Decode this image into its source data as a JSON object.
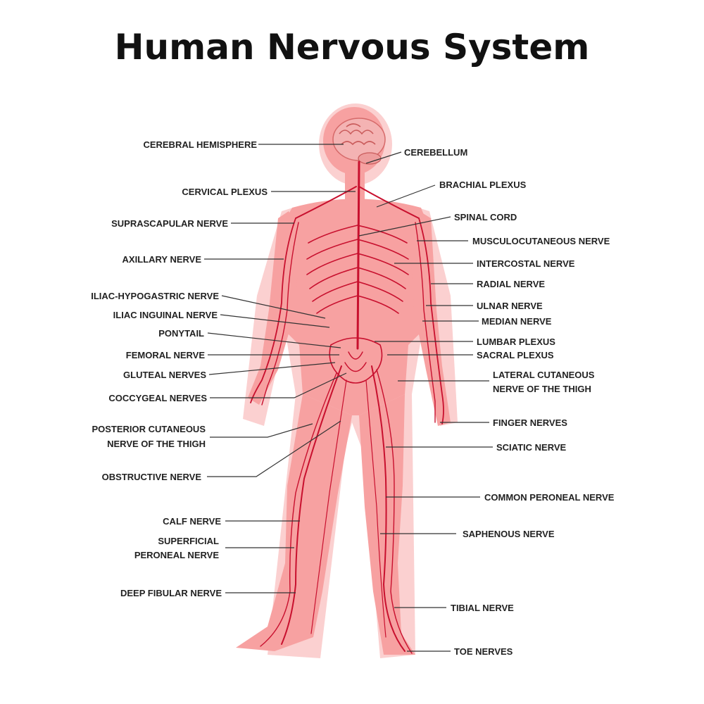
{
  "title": "Human Nervous System",
  "colors": {
    "body_fill": "#f7a1a1",
    "body_glow": "#fbd0d0",
    "nerve": "#c8102e",
    "text": "#222222",
    "leader": "#333333"
  },
  "labels": {
    "cerebral_hemisphere": "CEREBRAL HEMISPHERE",
    "cervical_plexus": "CERVICAL PLEXUS",
    "suprascapular_nerve": "SUPRASCAPULAR NERVE",
    "axillary_nerve": "AXILLARY NERVE",
    "iliac_hypogastric_nerve": "ILIAC-HYPOGASTRIC NERVE",
    "iliac_inguinal_nerve": "ILIAC INGUINAL NERVE",
    "ponytail": "PONYTAIL",
    "femoral_nerve": "FEMORAL NERVE",
    "gluteal_nerves": "GLUTEAL NERVES",
    "coccygeal_nerves": "COCCYGEAL NERVES",
    "posterior_cutaneous_line1": "POSTERIOR CUTANEOUS",
    "posterior_cutaneous_line2": "NERVE OF THE THIGH",
    "obstructive_nerve": "OBSTRUCTIVE NERVE",
    "calf_nerve": "CALF NERVE",
    "superficial_peroneal_line1": "SUPERFICIAL",
    "superficial_peroneal_line2": "PERONEAL NERVE",
    "deep_fibular_nerve": "DEEP FIBULAR NERVE",
    "cerebellum": "CEREBELLUM",
    "brachial_plexus": "BRACHIAL PLEXUS",
    "spinal_cord": "SPINAL CORD",
    "musculocutaneous_nerve": "MUSCULOCUTANEOUS NERVE",
    "intercostal_nerve": "INTERCOSTAL NERVE",
    "radial_nerve": "RADIAL NERVE",
    "ulnar_nerve": "ULNAR NERVE",
    "median_nerve": "MEDIAN NERVE",
    "lumbar_plexus": "LUMBAR PLEXUS",
    "sacral_plexus": "SACRAL PLEXUS",
    "lateral_cutaneous_line1": "LATERAL CUTANEOUS",
    "lateral_cutaneous_line2": "NERVE OF THE THIGH",
    "finger_nerves": "FINGER NERVES",
    "sciatic_nerve": "SCIATIC NERVE",
    "common_peroneal_nerve": "COMMON PERONEAL NERVE",
    "saphenous_nerve": "SAPHENOUS NERVE",
    "tibial_nerve": "TIBIAL NERVE",
    "toe_nerves": "TOE NERVES"
  }
}
